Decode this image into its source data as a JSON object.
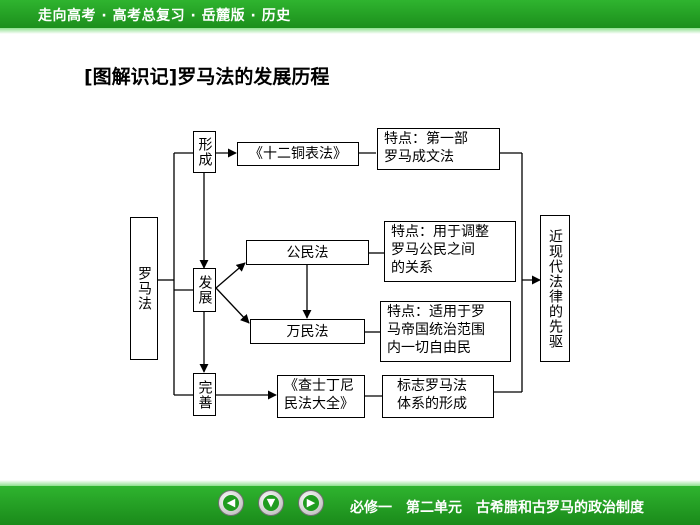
{
  "header": {
    "course": "走向高考 · 高考总复习 · 岳麓版 · 历史"
  },
  "page": {
    "title": "[图解识记]罗马法的发展历程"
  },
  "diagram": {
    "root": "罗马法",
    "stage_form": "形成",
    "stage_develop": "发展",
    "stage_perfect": "完善",
    "twelve_tables": "《十二铜表法》",
    "feature_twelve": "特点：第一部\n罗马成文法",
    "civil_law": "公民法",
    "feature_civil": "特点：用于调整\n罗马公民之间\n的关系",
    "law_of_nations": "万民法",
    "feature_nations": "特点：适用于罗\n马帝国统治范围\n内一切自由民",
    "corpus": "《查士丁尼\n民法大全》",
    "feature_corpus": "标志罗马法\n体系的形成",
    "pioneer": "近现代法律的先驱"
  },
  "footer": {
    "prev_icon": "arrow-left-icon",
    "down_icon": "arrow-down-icon",
    "next_icon": "arrow-right-icon",
    "chapter": "必修一　第二单元　古希腊和古罗马的政治制度"
  }
}
